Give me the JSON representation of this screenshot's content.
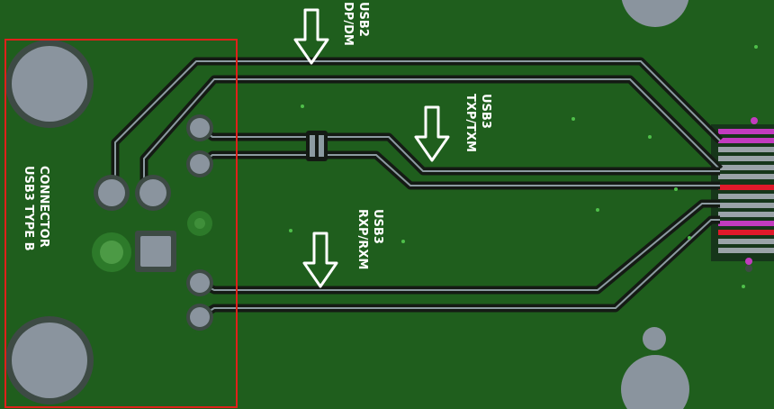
{
  "labels": {
    "connector_line1": "USB3 TYPE B",
    "connector_line2": "CONNECTOR",
    "usb2_line1": "USB2",
    "usb2_line2": "DP/DM",
    "usb3_tx_line1": "USB3",
    "usb3_tx_line2": "TXP/TXM",
    "usb3_rx_line1": "USB3",
    "usb3_rx_line2": "RXP/RXM"
  },
  "colors": {
    "board": "#1f5e1d",
    "trace_outline": "#141a14",
    "trace_copper": "#8c9ba1",
    "pad": "#8a949e",
    "highlight_box": "#e0201a",
    "arrow": "#ffffff",
    "net_magenta": "#c23bbf",
    "net_red": "#e01a2a"
  },
  "icons": {
    "signal_arrow": "down-arrow-icon"
  }
}
